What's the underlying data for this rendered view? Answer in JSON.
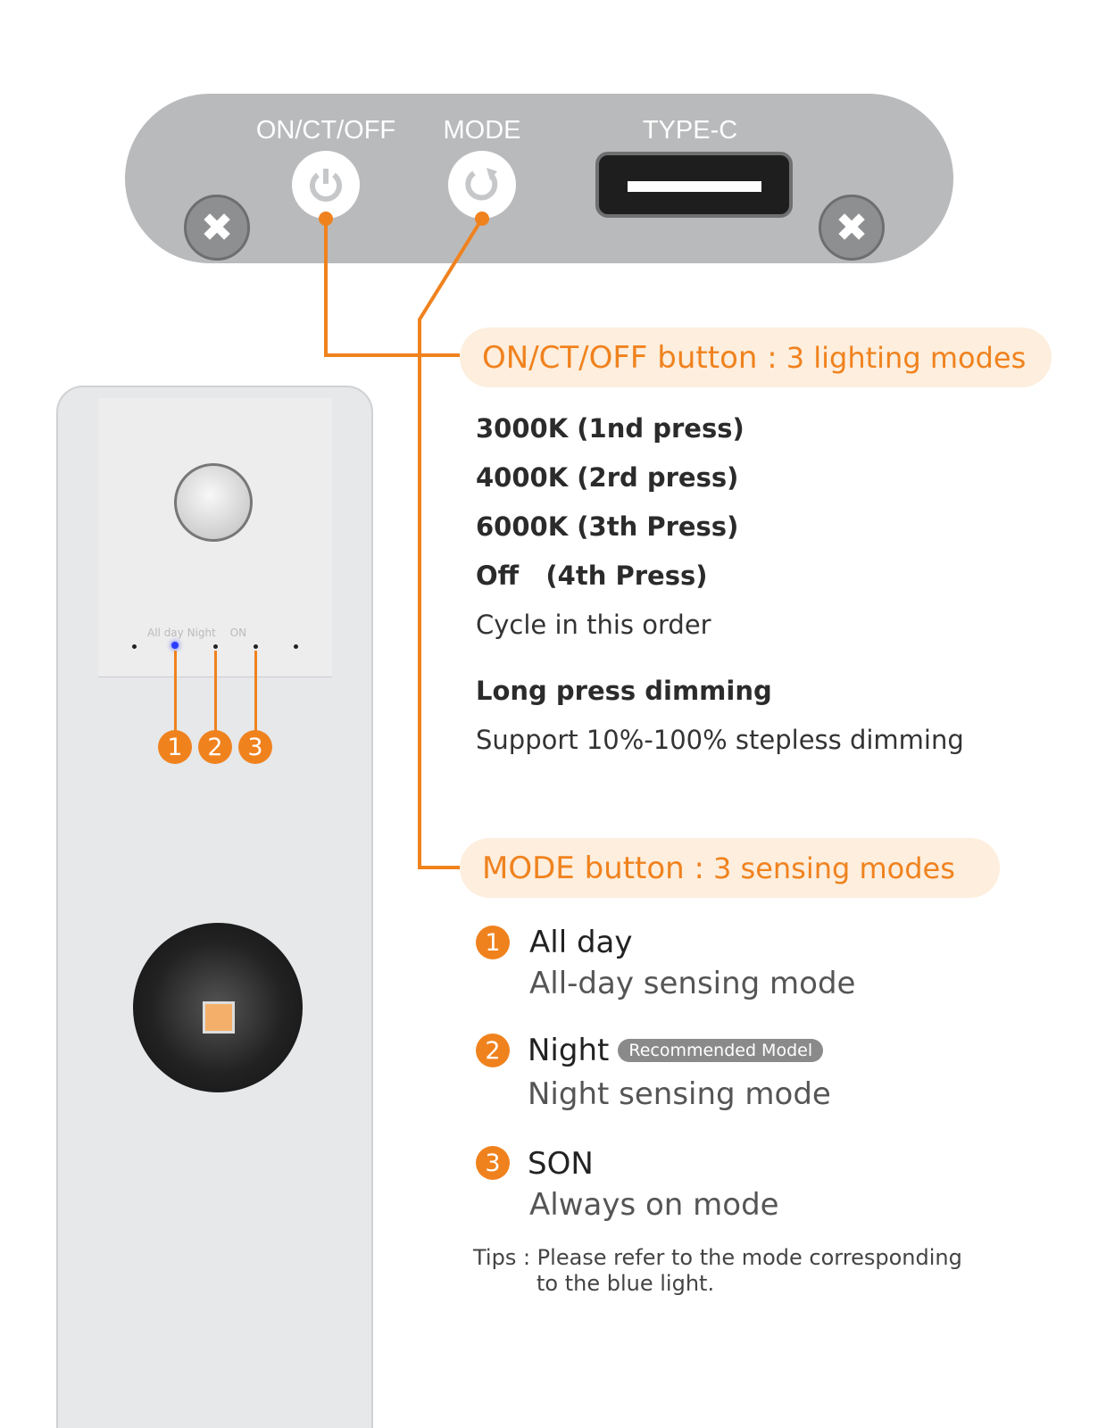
{
  "panel": {
    "on_ct_off_label": "ON/CT/OFF",
    "mode_label": "MODE",
    "type_c_label": "TYPE-C"
  },
  "device": {
    "indicators": [
      "All day",
      "Night",
      "ON"
    ],
    "numbers": [
      "1",
      "2",
      "3"
    ]
  },
  "lighting": {
    "header_strong": "ON/CT/OFF button :",
    "header_rest": "3 lighting modes",
    "steps": [
      "3000K  (1nd press)",
      "4000K  (2rd press)",
      "6000K  (3th Press)",
      "Off   (4th Press)"
    ],
    "cycle": "Cycle in this order",
    "long_press_title": "Long press dimming",
    "long_press_desc": "Support 10%-100% stepless dimming"
  },
  "sensing": {
    "header_strong": "MODE button :",
    "header_rest": "3 sensing modes",
    "modes": [
      {
        "num": "1",
        "title": "All day",
        "desc": "All-day sensing mode"
      },
      {
        "num": "2",
        "title": "Night",
        "badge": "Recommended Model",
        "desc": "Night sensing mode"
      },
      {
        "num": "3",
        "title": "SON",
        "desc": "Always on mode"
      }
    ],
    "tips_line1": "Tips : Please refer to the mode corresponding",
    "tips_line2": "to the blue light."
  },
  "colors": {
    "accent": "#f0821e",
    "pill_bg": "#fdeedd",
    "panel": "#b9babc",
    "led": "#2a3cff"
  }
}
